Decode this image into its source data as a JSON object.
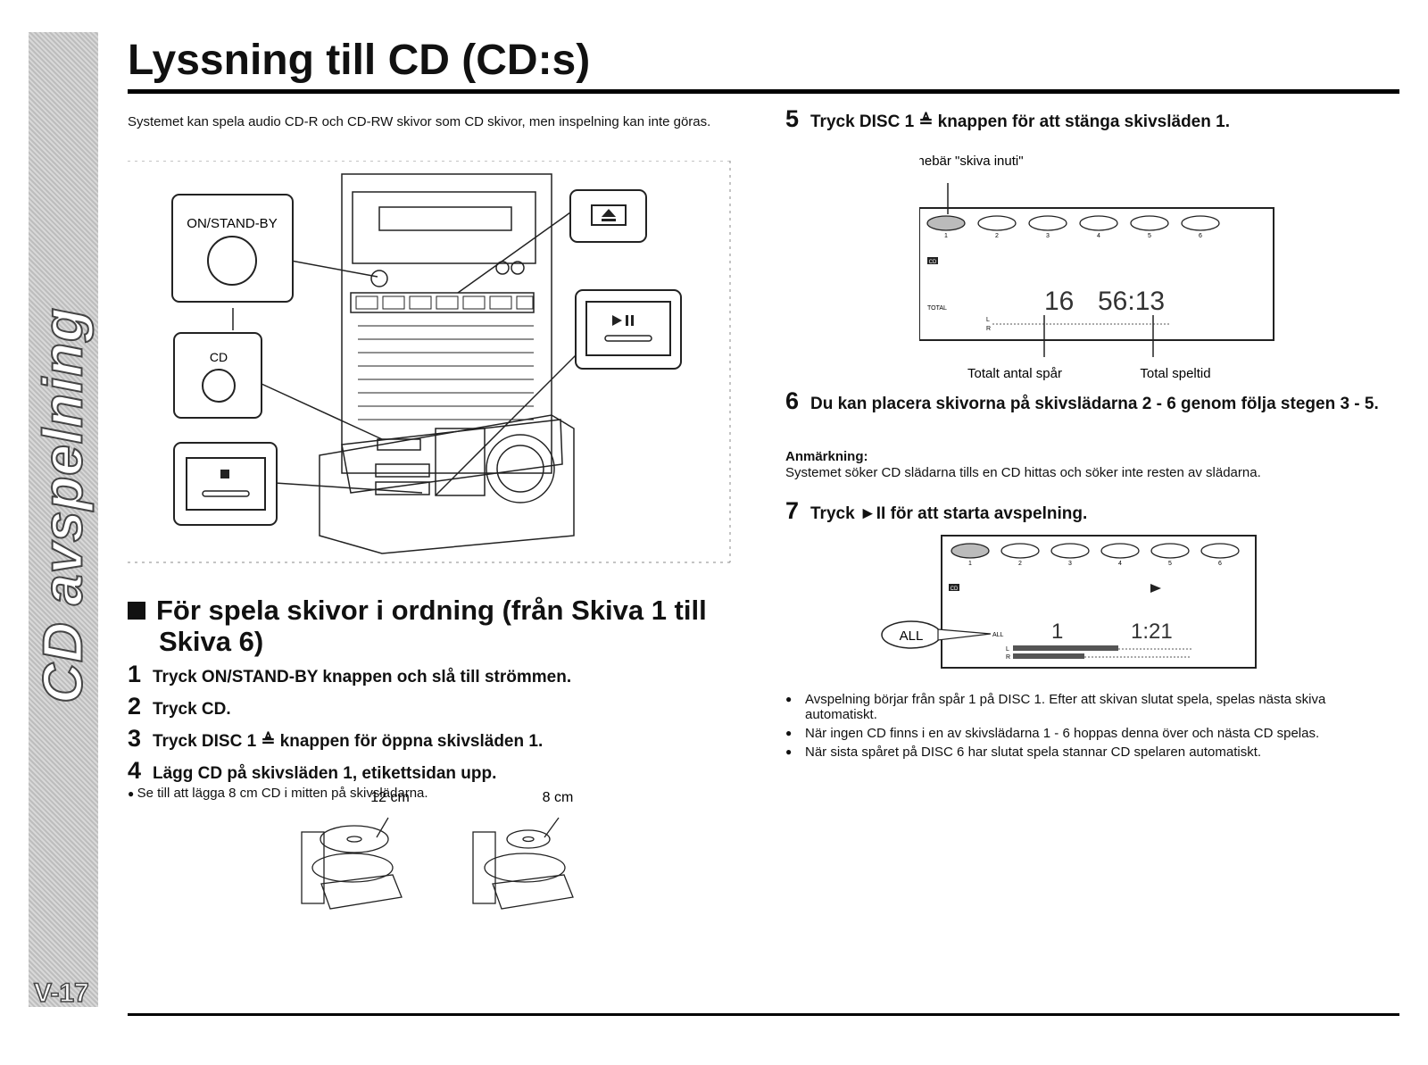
{
  "sidebar": {
    "vertical_title": "CD avspelning",
    "page_number": "V-17"
  },
  "title": "Lyssning till CD (CD:s)",
  "intro": "Systemet kan spela audio CD-R och CD-RW skivor som CD skivor, men inspelning kan inte göras.",
  "main_figure": {
    "onstandby_label": "ON/STAND-BY",
    "cd_label": "CD",
    "eject_icon": "eject-icon",
    "playpause_icon": "play-pause-icon",
    "stop_icon": "stop-icon"
  },
  "section": {
    "title_line1": "För spela skivor i ordning (från Skiva 1 till",
    "title_line2": "Skiva 6)"
  },
  "steps_left": [
    {
      "num": "1",
      "text": "Tryck ON/STAND-BY knappen och slå till strömmen."
    },
    {
      "num": "2",
      "text": "Tryck CD."
    },
    {
      "num": "3",
      "text": "Tryck DISC 1 ≜ knappen för öppna skivsläden 1."
    },
    {
      "num": "4",
      "text": "Lägg CD på skivsläden 1, etikettsidan upp."
    }
  ],
  "step4_bullet": "Se till att lägga 8 cm CD i mitten på skivslädarna.",
  "cd_sizes": {
    "large": "12 cm",
    "small": "8 cm"
  },
  "step5": {
    "num": "5",
    "text": "Tryck DISC 1 ≜ knappen för att stänga skivsläden 1."
  },
  "display1": {
    "caption_top": "Innebär \"skiva inuti\"",
    "disc_numbers": [
      "1",
      "2",
      "3",
      "4",
      "5",
      "6"
    ],
    "cd_indicator": "CD",
    "total_label": "TOTAL",
    "track_count": "16",
    "total_time": "56:13",
    "lr_labels": [
      "L",
      "R"
    ],
    "caption_tracks": "Totalt antal spår",
    "caption_time": "Total speltid"
  },
  "step6": {
    "num": "6",
    "text": "Du kan placera skivorna på skivslädarna 2 - 6 genom följa stegen 3 - 5."
  },
  "note": {
    "heading": "Anmärkning:",
    "text": "Systemet söker CD slädarna tills en CD hittas och söker inte resten av slädarna."
  },
  "step7": {
    "num": "7",
    "text": "Tryck ►II för att starta avspelning."
  },
  "display2": {
    "disc_numbers": [
      "1",
      "2",
      "3",
      "4",
      "5",
      "6"
    ],
    "cd_indicator": "CD",
    "all_callout": "ALL",
    "all_small": "ALL",
    "track": "1",
    "time": "1:21",
    "lr_labels": [
      "L",
      "R"
    ]
  },
  "bullets_right": [
    "Avspelning börjar från spår 1 på DISC 1. Efter att skivan slutat spela, spelas nästa skiva automatiskt.",
    "När ingen CD finns i en av skivslädarna 1 - 6 hoppas denna över och nästa CD spelas.",
    "När sista spåret på DISC 6 har slutat spela stannar CD spelaren automatiskt."
  ]
}
